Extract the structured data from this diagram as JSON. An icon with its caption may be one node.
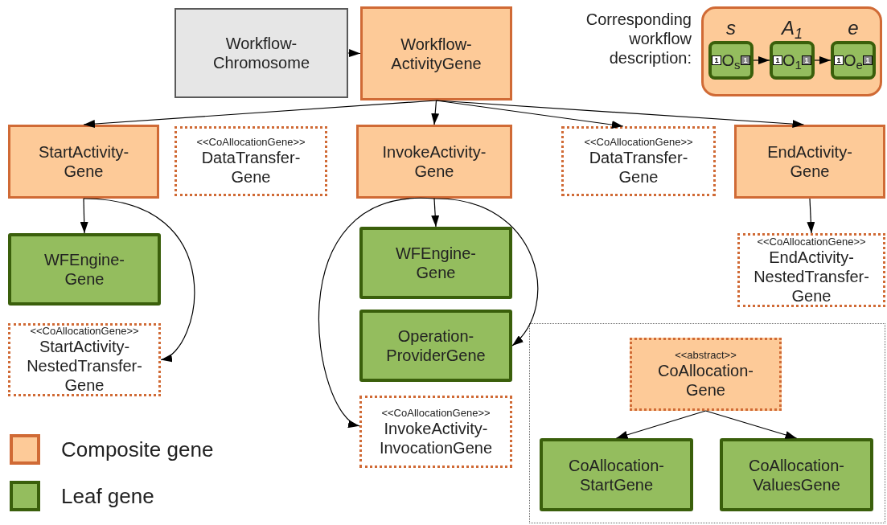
{
  "diagram": {
    "nodes": [
      {
        "text": [
          "Workflow- Chromosome"
        ]
      },
      {
        "text": [
          "Workflow- ActivityGene"
        ]
      },
      {
        "text": [],
        "shape": "box"
      },
      {
        "text": [
          "s",
          "O$_{s}$"
        ],
        "in": 2
      },
      {
        "text": [
          "A$_{1}$",
          "O$_{1}$"
        ],
        "in": 2
      },
      {
        "text": [
          "e",
          "O$_{e}$"
        ],
        "in": 2
      },
      {
        "text": [
          "StartActivity- Gene"
        ]
      },
      {
        "text": [
          "<<CoAllocationGene>>",
          "DataTransfer- Gene"
        ]
      },
      {
        "text": [
          "InvokeActivity- Gene"
        ]
      },
      {
        "text": [
          "<<CoAllocationGene>>",
          "DataTransfer- Gene"
        ]
      },
      {
        "text": [
          "EndActivity- Gene"
        ]
      },
      {
        "text": [
          "WFEngine- Gene"
        ]
      },
      {
        "text": [
          "<<CoAllocationGene>>",
          "StartActivity- NestedTransfer- Gene"
        ]
      },
      {
        "text": [
          "WFEngine- Gene"
        ]
      },
      {
        "text": [
          "Operation- ProviderGene"
        ]
      },
      {
        "text": [
          "<<CoAllocationGene>>",
          "InvokeActivity- InvocationGene"
        ]
      },
      {
        "text": [
          "<<CoAllocationGene>>",
          "EndActivity- NestedTransfer- Gene"
        ]
      },
      {
        "text": [],
        "shape": "box"
      },
      {
        "text": [
          "<<abstract>>",
          "CoAllocation- Gene"
        ],
        "in": 17
      },
      {
        "text": [
          "CoAllocation- StartGene"
        ],
        "in": 17
      },
      {
        "text": [
          "CoAllocation- ValuesGene"
        ],
        "in": 17
      }
    ],
    "edges": [
      {
        "from": 0,
        "to": 1,
        "arrow": "to"
      },
      {
        "from": 1,
        "to": 6,
        "arrow": "to"
      },
      {
        "from": 1,
        "to": 8,
        "arrow": "to"
      },
      {
        "from": 1,
        "to": 9,
        "arrow": "to"
      },
      {
        "from": 1,
        "to": 10,
        "arrow": "to"
      },
      {
        "from": 3,
        "to": 4,
        "arrow": "to"
      },
      {
        "from": 4,
        "to": 5,
        "arrow": "to"
      },
      {
        "from": 6,
        "to": 11,
        "arrow": "to"
      },
      {
        "from": 6,
        "to": 12,
        "arrow": "to"
      },
      {
        "from": 8,
        "to": 13,
        "arrow": "to"
      },
      {
        "from": 8,
        "to": 14,
        "arrow": "to"
      },
      {
        "from": 8,
        "to": 15,
        "arrow": "to"
      },
      {
        "from": 10,
        "to": 16,
        "arrow": "to"
      },
      {
        "from": 18,
        "to": 19,
        "arrow": "to"
      },
      {
        "from": 18,
        "to": 20,
        "arrow": "to"
      }
    ],
    "labels": [
      "Corresponding workflow description:",
      "1",
      "1",
      "1",
      "1",
      "1",
      "1"
    ],
    "legend": [
      {
        "text": "Composite gene",
        "color": "#fdca98"
      },
      {
        "text": "Leaf gene",
        "color": "#94bd5e"
      }
    ]
  }
}
